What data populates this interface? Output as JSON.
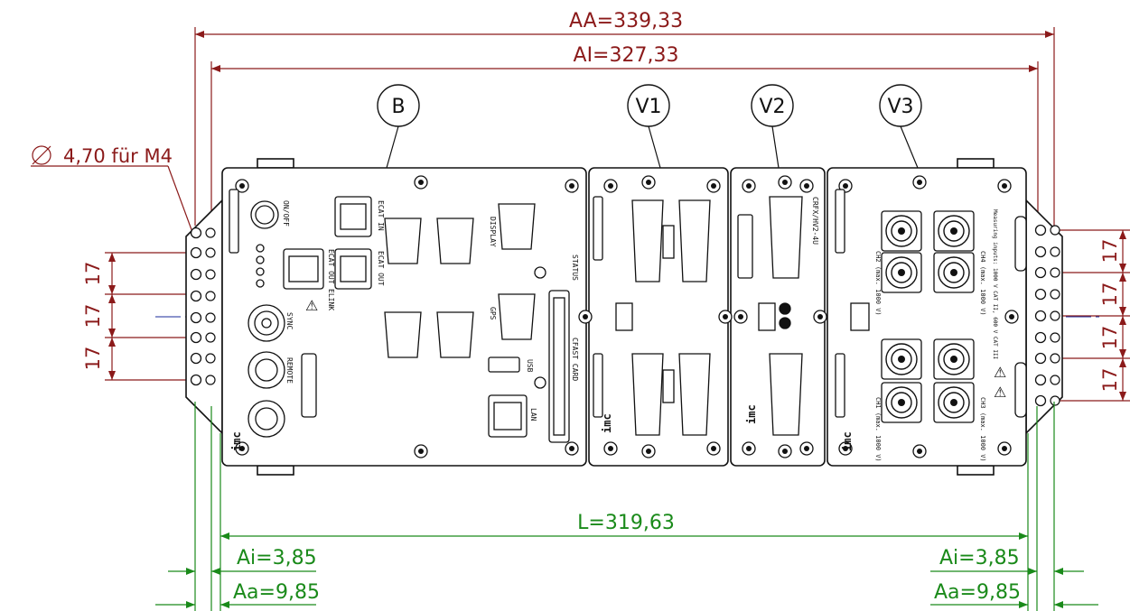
{
  "dimensions": {
    "overall_outer": "AA=339,33",
    "overall_inner": "AI=327,33",
    "length": "L=319,63",
    "inner_offset_left": "Ai=3,85",
    "outer_offset_left": "Aa=9,85",
    "inner_offset_right": "Ai=3,85",
    "outer_offset_right": "Aa=9,85",
    "hole_diameter": "4,70 für M4",
    "hole_diameter_symbol": "∅",
    "pitch_left": [
      "17",
      "17",
      "17"
    ],
    "pitch_right": [
      "17",
      "17",
      "17",
      "17"
    ]
  },
  "modules": [
    {
      "callout": "B"
    },
    {
      "callout": "V1"
    },
    {
      "callout": "V2"
    },
    {
      "callout": "V3"
    }
  ],
  "panel_labels": {
    "brand": "imc",
    "b_onoff": "ON/OFF",
    "b_ecat_in": "ECAT IN",
    "b_ecat_out": "ECAT OUT",
    "b_ecat_out2": "ECAT OUT",
    "b_elink": "ELINK",
    "b_display": "DISPLAY",
    "b_gps": "GPS",
    "b_sync": "SYNC",
    "b_remote": "REMOTE",
    "b_status": "STATUS",
    "b_cfast": "CFAST CARD",
    "b_usb": "USB",
    "b_lan": "LAN",
    "v2_label": "CRFX/HV2-4U",
    "v3_ch1": "CH1 (max. 1000 V)",
    "v3_ch2": "CH2 (max. 1000 V)",
    "v3_ch3": "CH3 (max. 1000 V)",
    "v3_ch4": "CH4 (max. 1000 V)",
    "v3_note": "Measuring inputs: 1000 V CAT II, 600 V CAT III"
  },
  "colors": {
    "dimension_red": "#8b1a1a",
    "dimension_green": "#1a8a1a",
    "centerline_blue": "#1a2a9a",
    "outline": "#111111"
  }
}
